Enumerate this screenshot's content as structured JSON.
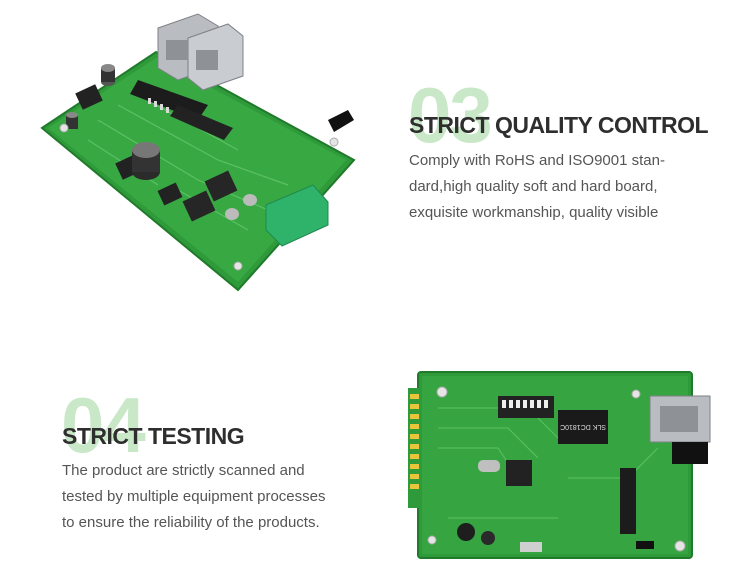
{
  "section1": {
    "number": "03",
    "title": "STRICT QUALITY CONTROL",
    "lines": [
      "Comply with RoHS and ISO9001 stan-",
      "dard,high quality soft and hard board,",
      "exquisite workmanship, quality visible"
    ]
  },
  "section2": {
    "number": "04",
    "title": "STRICT TESTING",
    "lines": [
      "The product are strictly scanned and",
      "tested by multiple equipment processes",
      "to ensure the reliability of the products."
    ]
  },
  "chip_label": "SLK DC1810C"
}
